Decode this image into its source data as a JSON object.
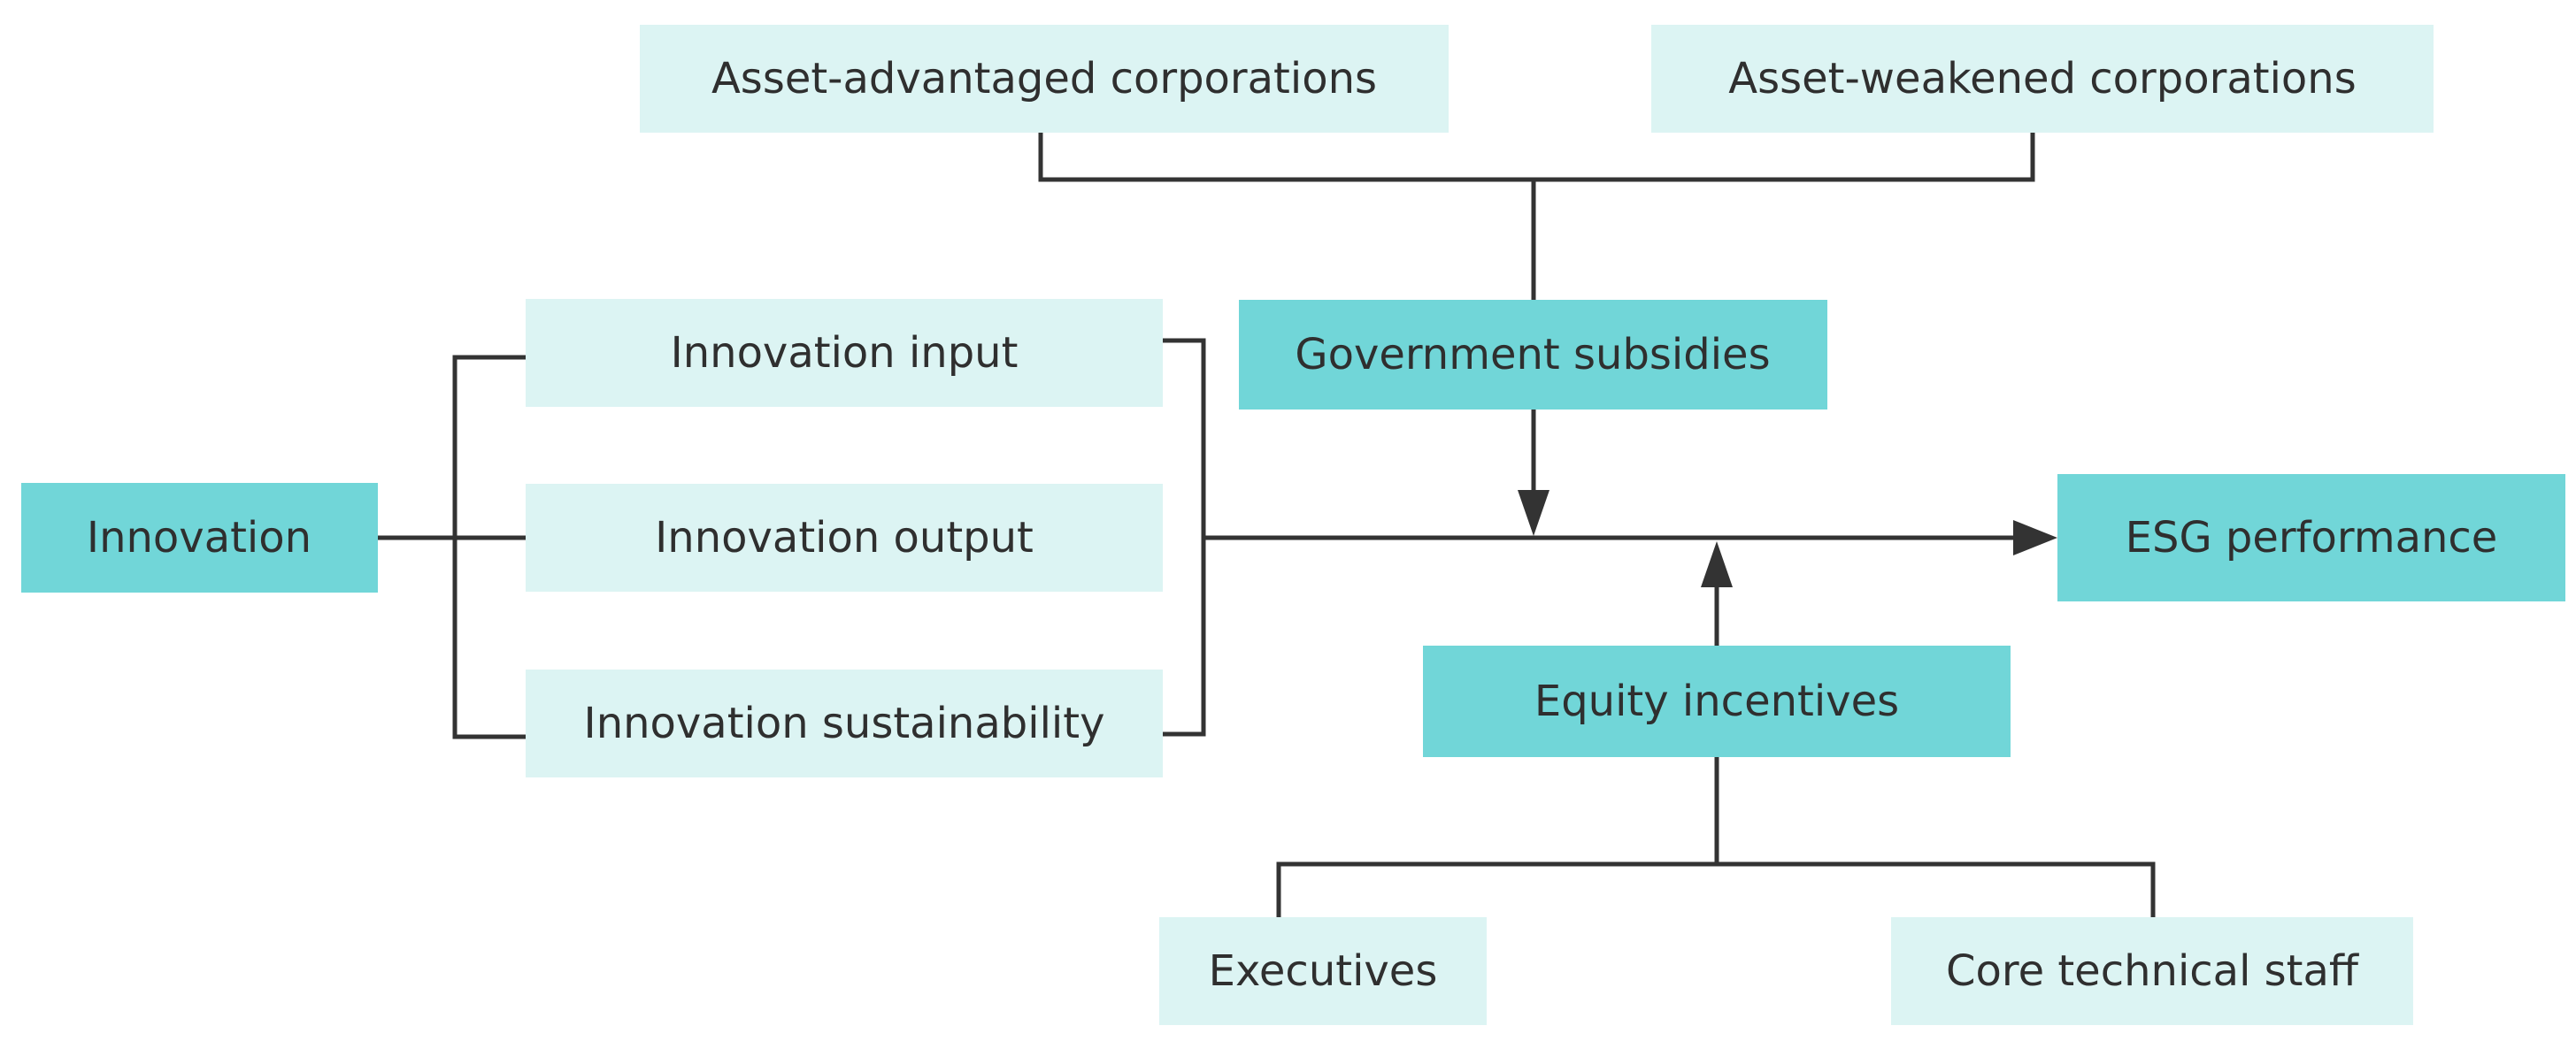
{
  "diagram": {
    "colors": {
      "primary_fill": "#71d6d8",
      "secondary_fill": "#dcf4f3",
      "line": "#333333",
      "text": "#2f2f2f"
    },
    "nodes": {
      "innovation": "Innovation",
      "innovation_input": "Innovation input",
      "innovation_output": "Innovation output",
      "innovation_sustainability": "Innovation sustainability",
      "asset_advantaged": "Asset-advantaged corporations",
      "asset_weakened": "Asset-weakened corporations",
      "government_subsidies": "Government subsidies",
      "esg_performance": "ESG performance",
      "equity_incentives": "Equity incentives",
      "executives": "Executives",
      "core_technical_staff": "Core technical staff"
    }
  }
}
